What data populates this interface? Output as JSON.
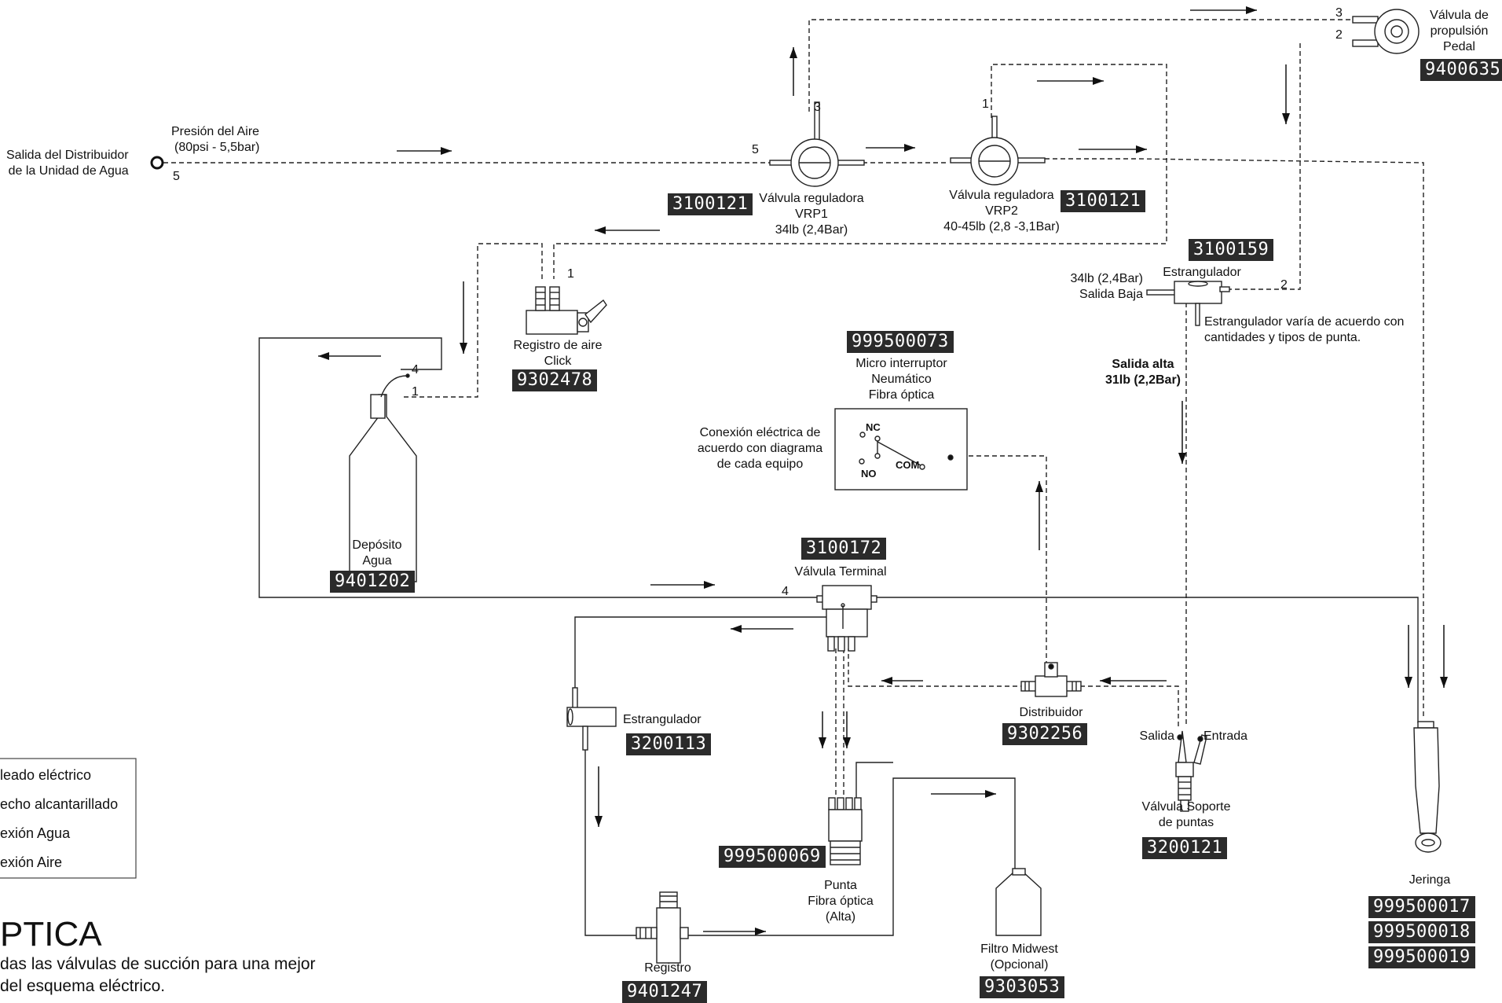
{
  "source": {
    "label_line1": "Salida del Distribuidor",
    "label_line2": "de la Unidad de Agua",
    "port": "5"
  },
  "air_pressure": {
    "line1": "Presión del Aire",
    "line2": "(80psi - 5,5bar)"
  },
  "vrp1": {
    "line1": "Válvula reguladora",
    "line2": "VRP1",
    "line3": "34lb (2,4Bar)",
    "code": "3100121",
    "port_in": "5",
    "port_out": "3"
  },
  "vrp2": {
    "line1": "Válvula reguladora",
    "line2": "VRP2",
    "line3": "40-45lb (2,8 -3,1Bar)",
    "code": "3100121",
    "port_top": "1"
  },
  "pedal": {
    "line1": "Válvula de",
    "line2": "propulsión",
    "line3": "Pedal",
    "code": "9400635",
    "port3": "3",
    "port2": "2"
  },
  "choke_top": {
    "code": "3100159",
    "label": "Estrangulador",
    "left1": "34lb (2,4Bar)",
    "left2": "Salida Baja",
    "port": "2",
    "note1": "Estrangulador varía de acuerdo con",
    "note2": "cantidades y tipos de punta."
  },
  "high_out": {
    "line1": "Salida alta",
    "line2": "31lb (2,2Bar)"
  },
  "air_click": {
    "line1": "Registro de aire",
    "line2": "Click",
    "code": "9302478",
    "port": "1"
  },
  "micro": {
    "code": "999500073",
    "line1": "Micro interruptor",
    "line2": "Neumático",
    "line3": "Fibra óptica",
    "nc": "NC",
    "no": "NO",
    "com": "COM"
  },
  "electrical": {
    "line1": "Conexión eléctrica de",
    "line2": "acuerdo con diagrama",
    "line3": "de cada equipo"
  },
  "tank": {
    "line1": "Depósito",
    "line2": "Agua",
    "code": "9401202",
    "port4": "4",
    "port1": "1"
  },
  "terminal": {
    "code": "3100172",
    "label": "Válvula Terminal",
    "port": "4"
  },
  "choke_bottom": {
    "label": "Estrangulador",
    "code": "3200113"
  },
  "distributor": {
    "label": "Distribuidor",
    "code": "9302256"
  },
  "tip_support": {
    "out": "Salida",
    "in": "Entrada",
    "line1": "Válvula Soporte",
    "line2": "de puntas",
    "code": "3200121"
  },
  "tip": {
    "code": "999500069",
    "line1": "Punta",
    "line2": "Fibra óptica",
    "line3": "(Alta)"
  },
  "registro": {
    "label": "Registro",
    "code": "9401247"
  },
  "filter": {
    "line1": "Filtro Midwest",
    "line2": "(Opcional)",
    "code": "9303053"
  },
  "syringe": {
    "label": "Jeringa",
    "codes": [
      "999500017",
      "999500018",
      "999500019"
    ]
  },
  "legend": {
    "items": [
      "leado eléctrico",
      "echo alcantarillado",
      "exión Agua",
      "exión Aire"
    ]
  },
  "footer": {
    "title": "PTICA",
    "line1": "das las válvulas de succión para una mejor",
    "line2": "del esquema eléctrico."
  }
}
